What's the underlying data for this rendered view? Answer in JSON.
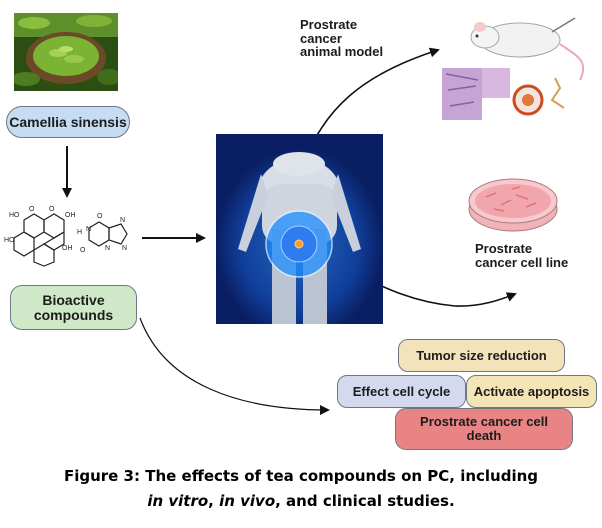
{
  "labels": {
    "camellia": "Camellia sinensis",
    "bioactive_line1": "Bioactive",
    "bioactive_line2": "compounds",
    "animal_line1": "Prostrate",
    "animal_line2": "cancer",
    "animal_line3": "animal model",
    "cellline_line1": "Prostrate",
    "cellline_line2": "cancer cell line"
  },
  "outcomes": {
    "tumor": "Tumor  size reduction",
    "cycle": "Effect cell cycle",
    "apoptosis": "Activate apoptosis",
    "death_line1": "Prostrate cancer cell",
    "death_line2": "death"
  },
  "molecule_labels": [
    "HO",
    "OH",
    "HO",
    "OH",
    "O",
    "O",
    "O",
    "O",
    "N",
    "N",
    "N",
    "N",
    "H"
  ],
  "caption": {
    "line1": "Figure 3: The effects of tea compounds on PC, including",
    "line2_a": "in vitro",
    "line2_b": ", ",
    "line2_c": "in vivo",
    "line2_d": ", and clinical studies."
  },
  "colors": {
    "camellia_fill": "#c6dcf2",
    "bioactive_fill": "#cfe8c7",
    "tumor_fill": "#f3e3bb",
    "cycle_fill": "#d4d9ee",
    "apoptosis_fill": "#f4e5b6",
    "death_fill": "#e88483",
    "body_bg": "#0a1f63",
    "body_glow": "#1f7be6"
  }
}
